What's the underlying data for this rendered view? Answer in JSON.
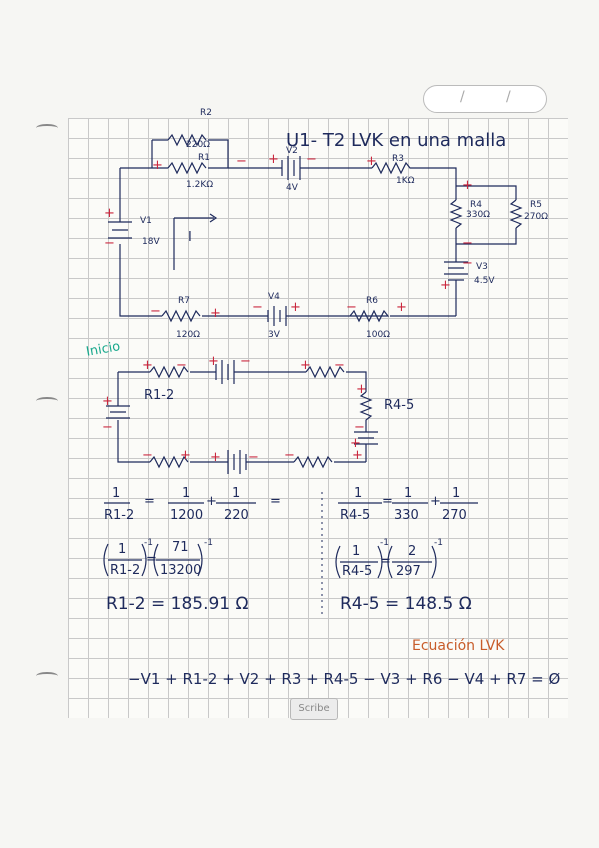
{
  "tab": {
    "left_mark": "/",
    "right_mark": "/"
  },
  "title": "U1- T2  LVK en una malla",
  "circuit1": {
    "labels": {
      "r2": "R2",
      "r2_value": "220Ω",
      "r1": "R1",
      "r1_value": "1.2KΩ",
      "v2": "V2",
      "v2_value": "4V",
      "r3": "R3",
      "r3_value": "1KΩ",
      "r4": "R4",
      "r4_value": "330Ω",
      "r5": "R5",
      "r5_value": "270Ω",
      "v1": "V1",
      "v1_value": "18V",
      "current": "I",
      "v3": "V3",
      "v3_value": "4.5V",
      "r7": "R7",
      "r7_value": "120Ω",
      "v4": "V4",
      "v4_value": "3V",
      "r6": "R6",
      "r6_value": "100Ω"
    },
    "start_label": "Inicio"
  },
  "circuit2": {
    "r12": "R1-2",
    "r45": "R4-5"
  },
  "left_calc": {
    "line1": {
      "lhs_num": "1",
      "lhs_den": "R1-2",
      "t1_num": "1",
      "t1_den": "1200",
      "t2_num": "1",
      "t2_den": "220"
    },
    "line2": {
      "lhs_num": "1",
      "lhs_den": "R1-2",
      "rhs_num": "71",
      "rhs_den": "13200",
      "exponent": "-1"
    },
    "result": "R1-2 = 185.91 Ω"
  },
  "right_calc": {
    "line1": {
      "lhs_num": "1",
      "lhs_den": "R4-5",
      "t1_num": "1",
      "t1_den": "330",
      "t2_num": "1",
      "t2_den": "270"
    },
    "line2": {
      "lhs_num": "1",
      "lhs_den": "R4-5",
      "rhs_num": "2",
      "rhs_den": "297",
      "exponent": "-1"
    },
    "result": "R4-5 = 148.5 Ω"
  },
  "equation_heading": "Ecuación LVK",
  "equation": "−V1 + R1-2 + V2 + R3 + R4-5 − V3 + R6 − V4 + R7 = Ø",
  "watermark": "Scribe",
  "colors": {
    "ink": "#1e2a5c",
    "polarity": "#c9243b",
    "start": "#18a88c",
    "heading": "#c85c2a"
  }
}
